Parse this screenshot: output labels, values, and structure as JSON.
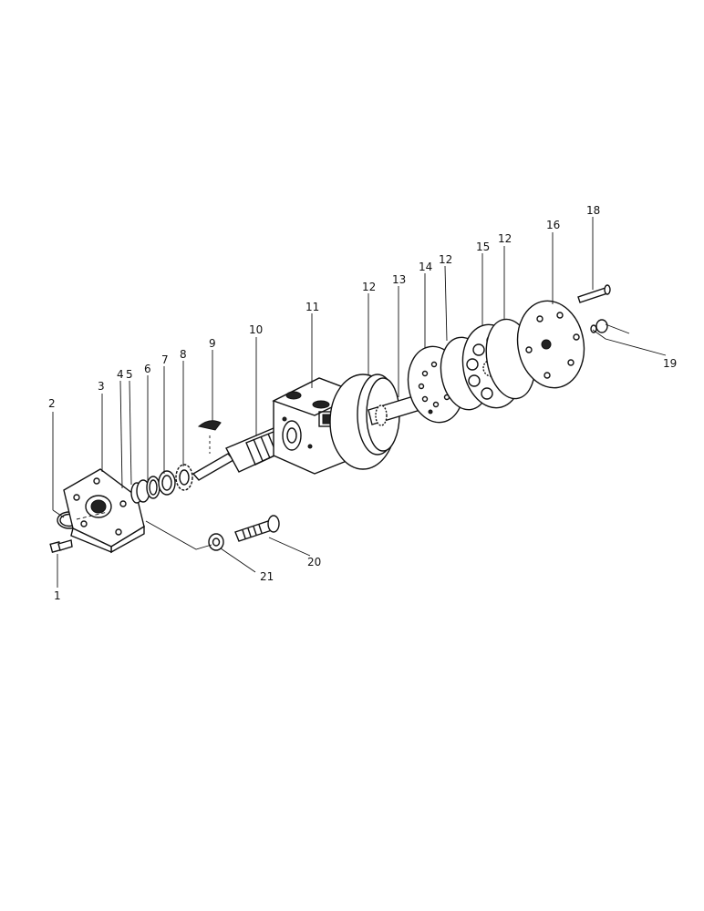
{
  "labels": {
    "l1": "1",
    "l2": "2",
    "l3": "3",
    "l4": "4",
    "l5": "5",
    "l6": "6",
    "l7": "7",
    "l8": "8",
    "l9": "9",
    "l10": "10",
    "l11": "11",
    "l12a": "12",
    "l12b": "12",
    "l12c": "12",
    "l13": "13",
    "l14": "14",
    "l15": "15",
    "l16": "16",
    "l18": "18",
    "l19": "19",
    "l20": "20",
    "l21": "21"
  }
}
